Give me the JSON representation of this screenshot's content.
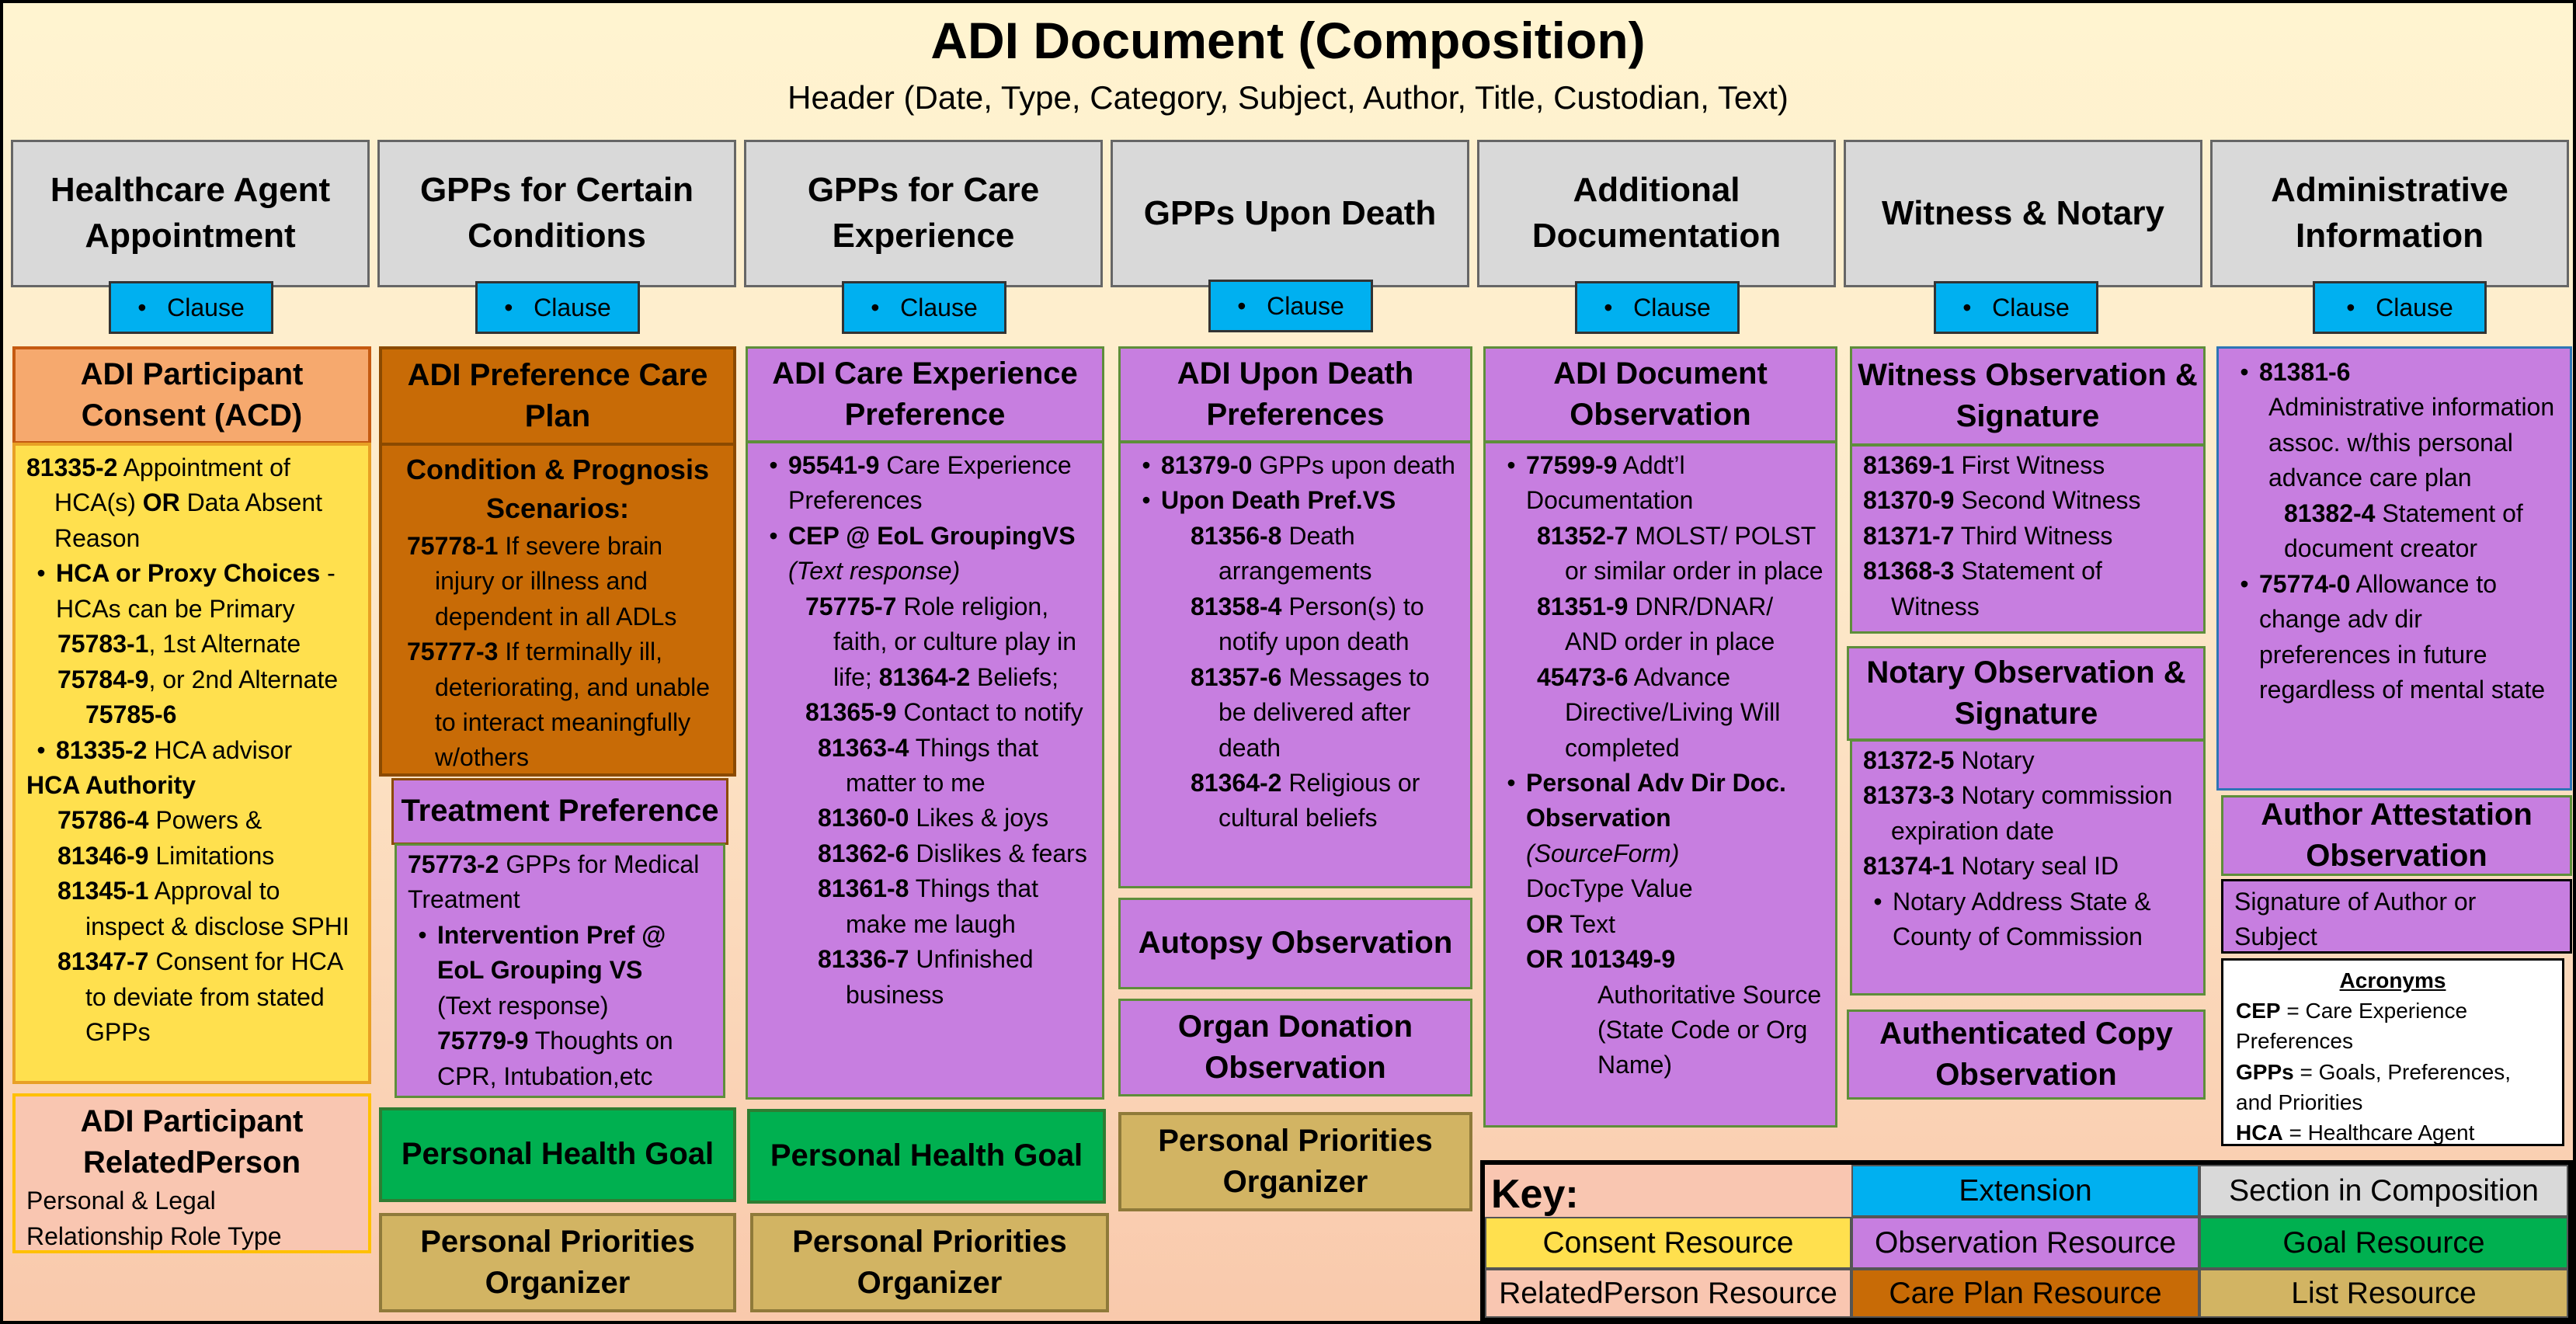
{
  "title": "ADI Document (Composition)",
  "subtitle": "Header (Date, Type, Category, Subject, Author, Title, Custodian, Text)",
  "clause_label": "Clause",
  "sections": [
    "Healthcare Agent Appointment",
    "GPPs for Certain Conditions",
    "GPPs for Care Experience",
    "GPPs Upon Death",
    "Additional Documentation",
    "Witness & Notary",
    "Administrative Information"
  ],
  "col1": {
    "hdr": "ADI Participant Consent (ACD)",
    "l1": "81335-2",
    "l1b": " Appointment of HCA(s) ",
    "l1c": "OR",
    "l1d": " Data Absent Reason",
    "b1": "HCA or Proxy Choices",
    "b1b": " - HCAs can be Primary ",
    "c1": "75783-1",
    "c1b": ", 1st Alternate",
    "c2": "75784-9",
    "c2b": ", or 2nd Alternate ",
    "c2c": "75785-6",
    "b2": "81335-2",
    "b2b": " HCA advisor",
    "auth": "HCA Authority",
    "a1": "75786-4",
    "a1b": " Powers &",
    "a2": "81346-9",
    "a2b": " Limitations",
    "a3": "81345-1",
    "a3b": " Approval to inspect & disclose SPHI",
    "a4": "81347-7",
    "a4b": " Consent for HCA to deviate from stated GPPs",
    "rel_hdr": "ADI Participant RelatedPerson",
    "rel_text": "Personal & Legal Relationship Role Type"
  },
  "col2": {
    "hdr": "ADI Preference Care Plan",
    "sub": "Condition & Prognosis Scenarios:",
    "p1": "75778-1",
    "p1b": " If severe brain injury or illness and dependent in all ADLs",
    "p2": "75777-3",
    "p2b": " If terminally ill, deteriorating, and unable to interact meaningfully w/others",
    "tp_hdr": "Treatment Preference",
    "t1": "75773-2",
    "t1b": " GPPs for Medical Treatment",
    "t2": "Intervention Pref @ EoL Grouping VS",
    "t2b": "(Text response)",
    "t3": "75779-9",
    "t3b": " Thoughts on CPR, Intubation,etc",
    "goal": "Personal Health Goal",
    "list": "Personal Priorities Organizer"
  },
  "col3": {
    "hdr": "ADI Care Experience Preference",
    "b1": "95541-9",
    "b1b": " Care Experience Preferences",
    "b2": "CEP @ EoL GroupingVS",
    "b2b": "(Text response)",
    "i1": "75775-7",
    "i1b": " Role religion, faith, or culture play in life; ",
    "i1c": "81364-2",
    "i1d": " Beliefs;",
    "i2": "81365-9",
    "i2b": " Contact to notify",
    "i3": "81363-4",
    "i3b": " Things that matter to me",
    "i4": "81360-0",
    "i4b": " Likes & joys",
    "i5": "81362-6",
    "i5b": " Dislikes & fears",
    "i6": "81361-8",
    "i6b": " Things that make me laugh",
    "i7": "81336-7",
    "i7b": " Unfinished business",
    "goal": "Personal Health Goal",
    "list": "Personal Priorities Organizer"
  },
  "col4": {
    "hdr": "ADI Upon Death Preferences",
    "b1": "81379-0",
    "b1b": " GPPs upon death",
    "b2": "Upon Death Pref.VS",
    "i1": "81356-8",
    "i1b": " Death arrangements",
    "i2": "81358-4",
    "i2b": " Person(s) to notify upon death",
    "i3": "81357-6",
    "i3b": " Messages to be delivered after death",
    "i4": "81364-2",
    "i4b": " Religious or cultural beliefs",
    "autopsy": "Autopsy Observation",
    "organ": "Organ Donation Observation",
    "list": "Personal Priorities Organizer"
  },
  "col5": {
    "hdr": "ADI Document Observation",
    "b1": "77599-9",
    "b1b": " Addt’l Documentation",
    "i1": "81352-7",
    "i1b": " MOLST/ POLST or similar order in place",
    "i2": "81351-9",
    "i2b": " DNR/DNAR/ AND order in place",
    "i3": "45473-6",
    "i3b": " Advance Directive/Living Will completed",
    "b2": "Personal Adv Dir Doc. Observation",
    "b2b": "(SourceForm)",
    "j1": "DocType Value",
    "j2": "OR",
    "j2b": " Text",
    "j3": "OR 101349-9",
    "j3b": "Authoritative Source (State Code or Org Name)"
  },
  "col6": {
    "w_hdr": "Witness Observation & Signature",
    "w1": "81369-1",
    "w1b": " First Witness",
    "w2": "81370-9",
    "w2b": " Second Witness",
    "w3": "81371-7",
    "w3b": " Third Witness",
    "w4": "81368-3",
    "w4b": " Statement of Witness",
    "n_hdr": "Notary Observation & Signature",
    "n1": "81372-5",
    "n1b": " Notary",
    "n2": "81373-3",
    "n2b": " Notary commission expiration date",
    "n3": "81374-1",
    "n3b": " Notary seal ID",
    "n4": "Notary Address State & County of Commission",
    "copy": "Authenticated Copy Observation"
  },
  "col7": {
    "a1": "81381-6",
    "a1b": "Administrative information assoc. w/this personal advance care plan",
    "a2": "81382-4",
    "a2b": "  Statement of document creator",
    "a3": "75774-0",
    "a3b": " Allowance to change adv dir preferences in future regardless of mental state",
    "auth_hdr": "Author Attestation Observation",
    "auth_text": "Signature of Author or Subject",
    "acr_title": "Acronyms",
    "acr1": "CEP",
    "acr1b": " = Care Experience Preferences",
    "acr2": "GPPs",
    "acr2b": " = Goals, Preferences, and Priorities",
    "acr3": "HCA",
    "acr3b": " = Healthcare Agent"
  },
  "key": {
    "title": "Key:",
    "extension": "Extension",
    "section": "Section in Composition",
    "consent": "Consent Resource",
    "observation": "Observation Resource",
    "goal": "Goal Resource",
    "related": "RelatedPerson Resource",
    "careplan": "Care Plan Resource",
    "list": "List Resource"
  },
  "colors": {
    "extension": "#00b0f0",
    "section": "#d9d9d9",
    "consent": "#ffe04e",
    "observation": "#c77ee0",
    "goal": "#00b050",
    "related": "#f9c6b1",
    "careplan": "#c86b06",
    "list": "#d2b463"
  }
}
